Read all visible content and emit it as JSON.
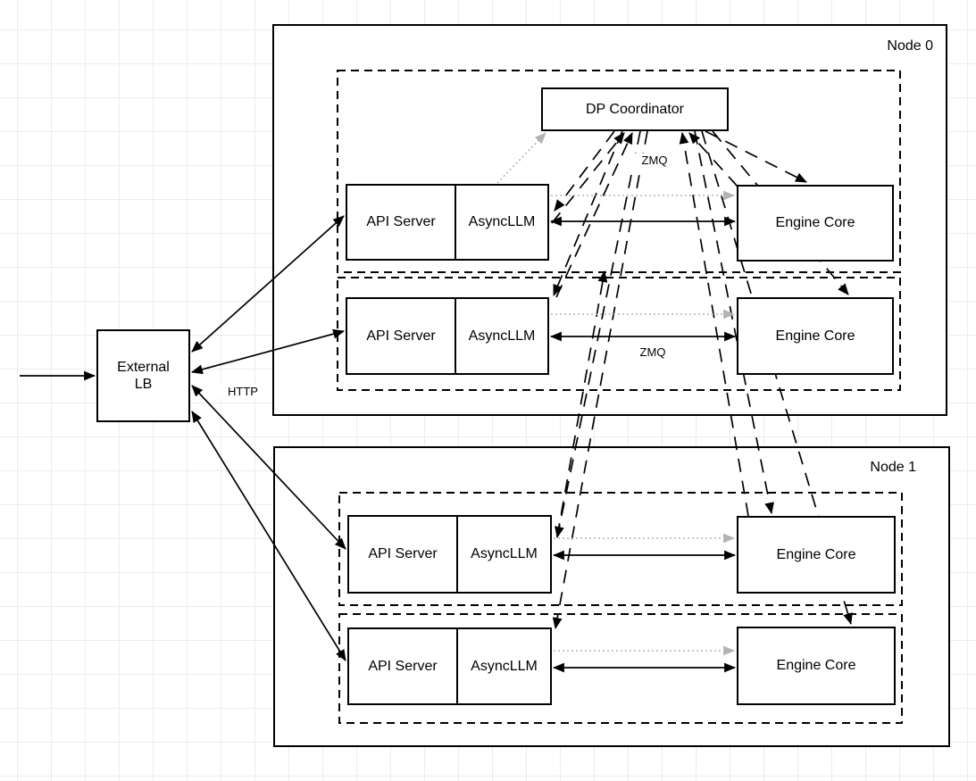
{
  "external_lb": {
    "label": "External LB"
  },
  "coordinator": {
    "label": "DP Coordinator"
  },
  "edge_labels": {
    "http": "HTTP",
    "zmq_coordinator": "ZMQ",
    "zmq_row2": "ZMQ"
  },
  "nodes": [
    {
      "label": "Node 0",
      "ranks": [
        {
          "api_server": "API Server",
          "asyncllm": "AsyncLLM",
          "engine_core": "Engine Core"
        },
        {
          "api_server": "API Server",
          "asyncllm": "AsyncLLM",
          "engine_core": "Engine Core"
        }
      ]
    },
    {
      "label": "Node 1",
      "ranks": [
        {
          "api_server": "API Server",
          "asyncllm": "AsyncLLM",
          "engine_core": "Engine Core"
        },
        {
          "api_server": "API Server",
          "asyncllm": "AsyncLLM",
          "engine_core": "Engine Core"
        }
      ]
    }
  ],
  "colors": {
    "box_stroke": "#000000",
    "box_fill": "#ffffff",
    "solid_edge": "#000000",
    "dashed_edge": "#000000",
    "dotted_edge": "#b3b3b3",
    "grid": "#ececec"
  }
}
